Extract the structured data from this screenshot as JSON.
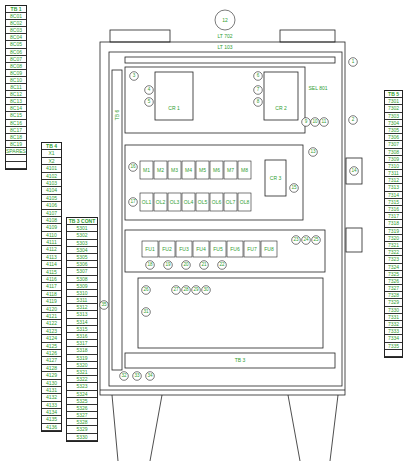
{
  "diagram": {
    "nodes": [
      {
        "text": [
          "TB 1",
          "8C01",
          "8C02",
          "8C03",
          "8C04",
          "8C05",
          "8C06",
          "8C07",
          "8C08",
          "8C09",
          "8C10",
          "8C11",
          "8C12",
          "8C13",
          "8C14",
          "8C15",
          "8C16",
          "8C17",
          "8C18",
          "8C19",
          "SPARES"
        ]
      },
      {
        "text": [
          "TB 4",
          "X1",
          "X2",
          "4101",
          "4102",
          "4103",
          "4104",
          "4105",
          "4106",
          "4107",
          "4108",
          "4109",
          "4110",
          "4111",
          "4112",
          "4113",
          "4114",
          "4115",
          "4116",
          "4117",
          "4118",
          "4119",
          "4120",
          "4121",
          "4122",
          "4123",
          "4124",
          "4125",
          "4126",
          "4127",
          "4128",
          "4129",
          "4130",
          "4131",
          "4132",
          "4133",
          "4134",
          "4135",
          "4136"
        ]
      },
      {
        "text": [
          "TB 3 CONT",
          "5301",
          "5302",
          "5303",
          "5304",
          "5305",
          "5306",
          "5307",
          "5308",
          "5309",
          "5310",
          "5311",
          "5312",
          "5313",
          "5314",
          "5315",
          "5316",
          "5317",
          "5318",
          "5319",
          "5320",
          "5321",
          "5322",
          "5323",
          "5324",
          "5325",
          "5326",
          "5327",
          "5328",
          "5329",
          "5330"
        ]
      },
      {
        "text": [
          "TB 5",
          "7301",
          "7302",
          "7303",
          "7304",
          "7305",
          "7306",
          "7307",
          "7308",
          "7309",
          "7310",
          "7311",
          "7312",
          "7313",
          "7314",
          "7315",
          "7316",
          "7317",
          "7318",
          "7319",
          "7320",
          "7321",
          "7322",
          "7323",
          "7324",
          "7325",
          "7326",
          "7327",
          "7328",
          "7329",
          "7330",
          "7331",
          "7332",
          "7333",
          "7334",
          "7335"
        ]
      }
    ],
    "labels": [
      "12",
      "LT 702",
      "LT 103",
      "1",
      "3",
      "4",
      "5",
      "CR 1",
      "6",
      "7",
      "8",
      "CR 2",
      "SEL 801",
      "9",
      "10",
      "11",
      "13",
      "2",
      "16",
      "M1",
      "M2",
      "M3",
      "M4",
      "M5",
      "M6",
      "M7",
      "M8",
      "CR 3",
      "15",
      "14",
      "17",
      "OL1",
      "OL2",
      "OL3",
      "OL4",
      "OL5",
      "OL6",
      "OL7",
      "OL8",
      "FU1",
      "FU2",
      "FU3",
      "FU4",
      "FU5",
      "FU6",
      "FU7",
      "FU8",
      "18",
      "19",
      "20",
      "21",
      "22",
      "23",
      "24",
      "25",
      "26",
      "27",
      "28",
      "29",
      "30",
      "31",
      "TB 6",
      "35",
      "32",
      "33",
      "34",
      "TB 3"
    ]
  }
}
